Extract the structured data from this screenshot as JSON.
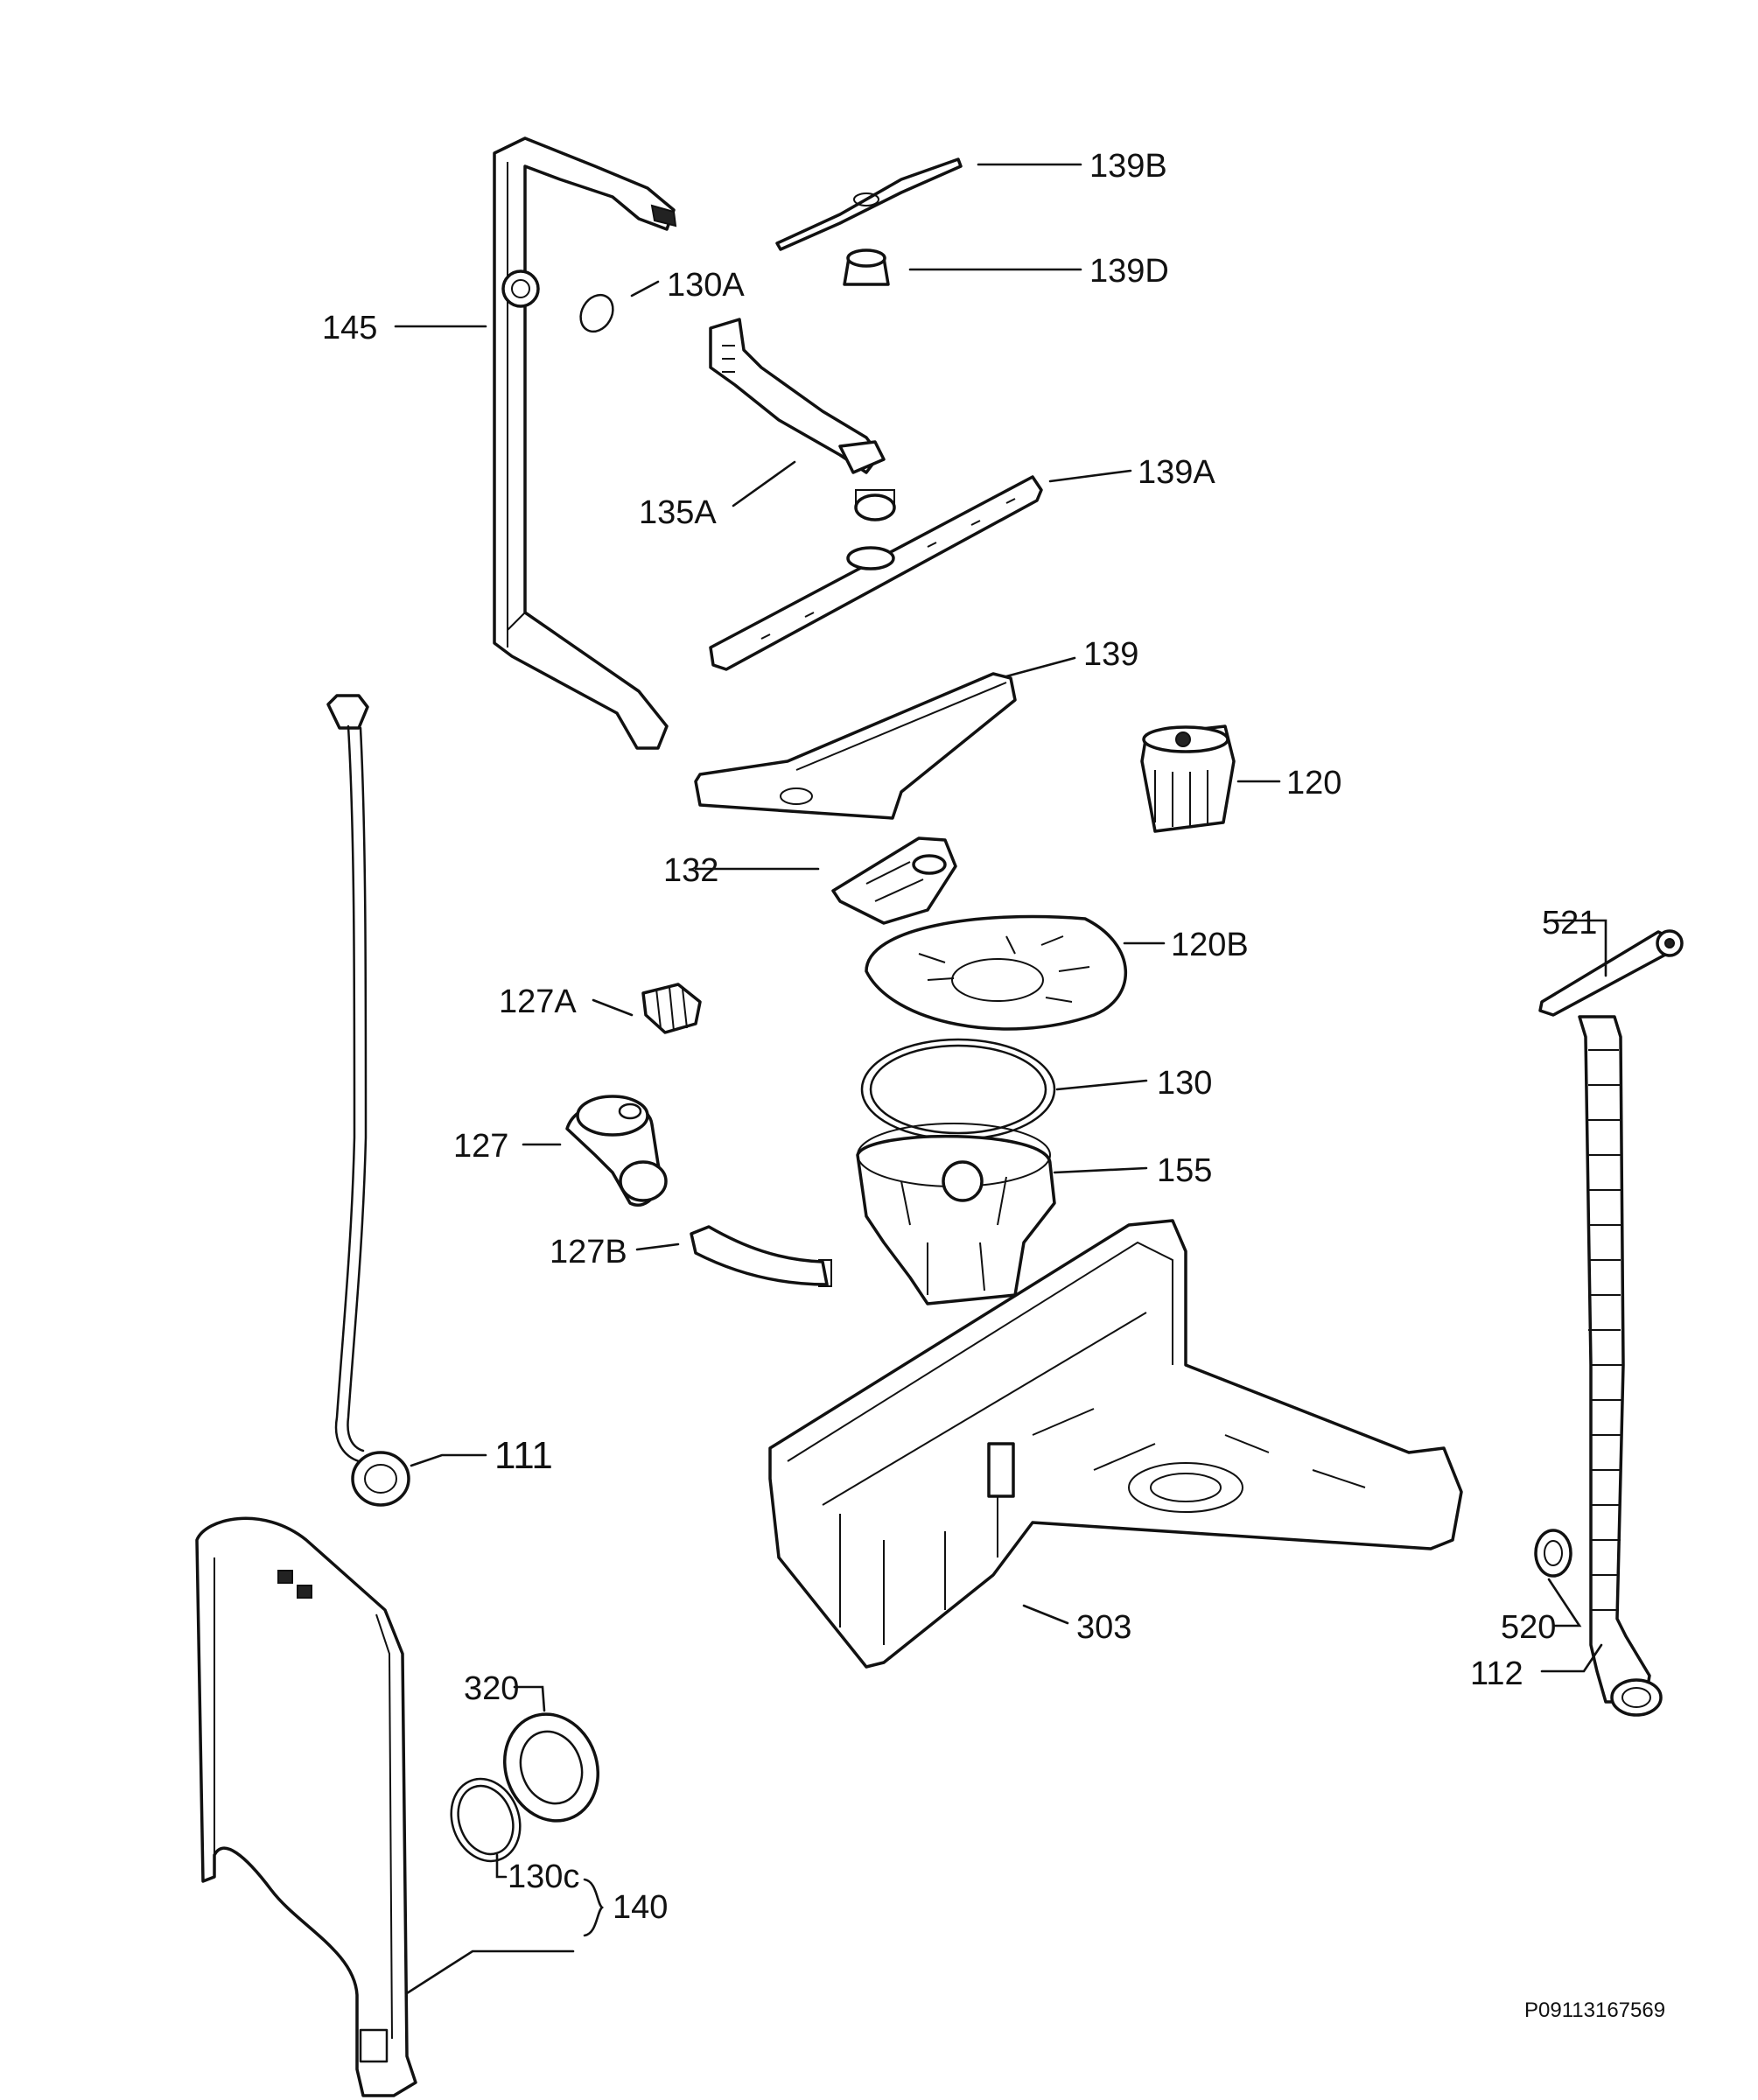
{
  "labels": {
    "p139B": "139B",
    "p139D": "139D",
    "p130A": "130A",
    "p145": "145",
    "p135A": "135A",
    "p139A": "139A",
    "p139": "139",
    "p120": "120",
    "p132": "132",
    "p120B": "120B",
    "p521": "521",
    "p127A": "127A",
    "p130": "130",
    "p127": "127",
    "p155": "155",
    "p127B": "127B",
    "p111": "111",
    "p303": "303",
    "p520": "520",
    "p112": "112",
    "p320": "320",
    "p130c": "130c",
    "p140": "140"
  },
  "document_ref": "P09113167569"
}
